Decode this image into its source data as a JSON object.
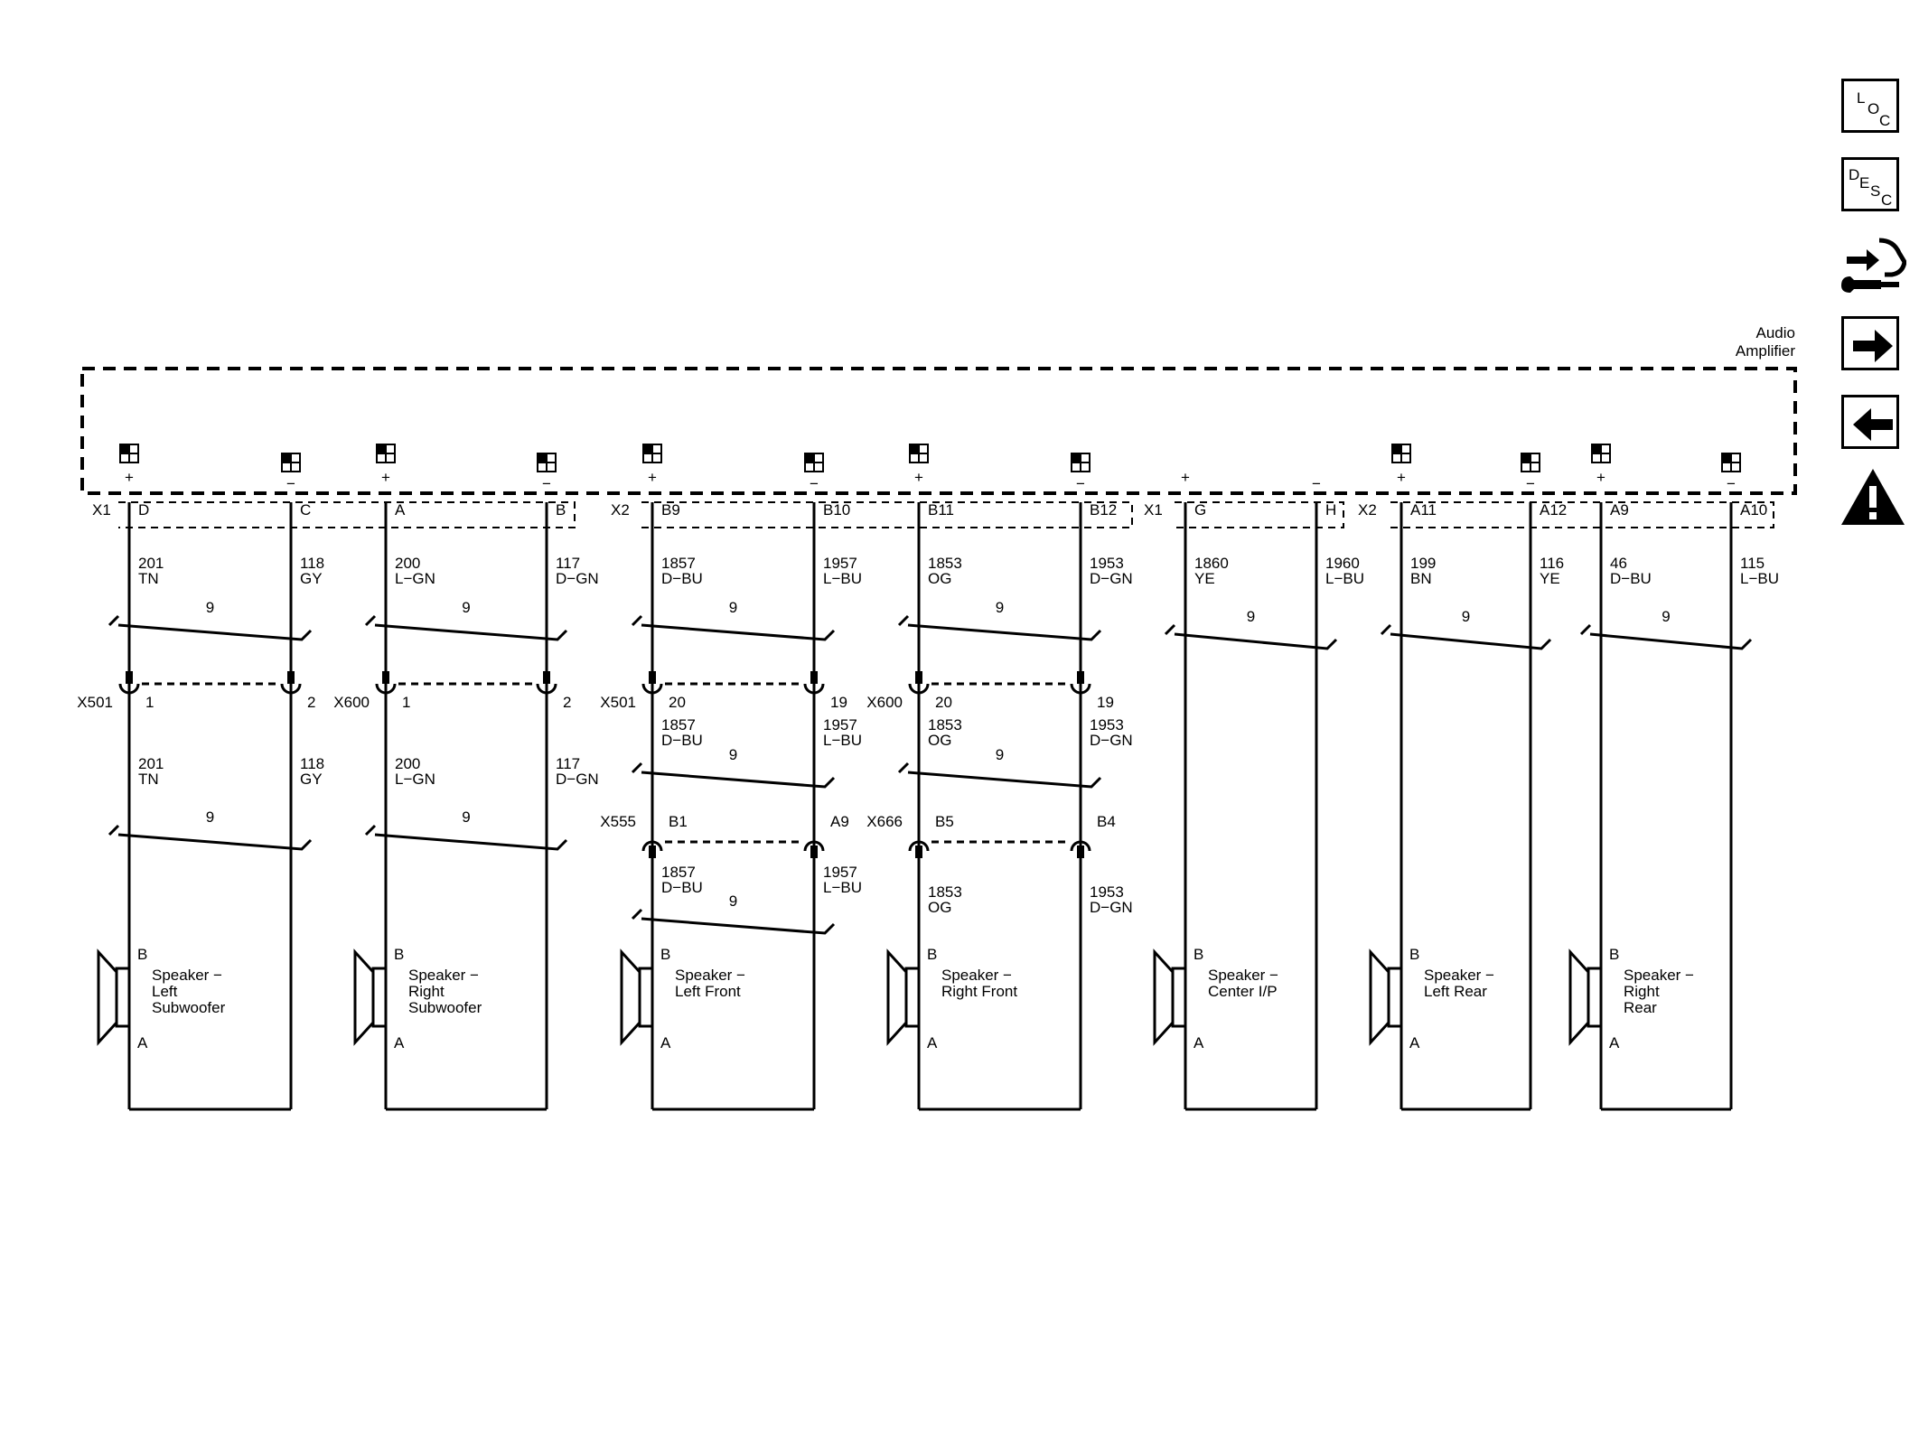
{
  "module": {
    "name_line1": "Audio",
    "name_line2": "Amplifier"
  },
  "nav": {
    "loc": {
      "l1": "L",
      "l2": "O",
      "l3": "C"
    },
    "desc": {
      "l1": "D",
      "l2": "E",
      "l3": "S",
      "l4": "C"
    }
  },
  "common": {
    "plus": "+",
    "minus": "−",
    "twist": "9"
  },
  "connectors": [
    {
      "label": "X1"
    },
    {
      "label": "X2"
    },
    {
      "label": "X1"
    },
    {
      "label": "X2"
    }
  ],
  "circuits": [
    {
      "pin": "D",
      "num": "201",
      "color": "TN"
    },
    {
      "pin": "C",
      "num": "118",
      "color": "GY"
    },
    {
      "pin": "A",
      "num": "200",
      "color": "L−GN"
    },
    {
      "pin": "B",
      "num": "117",
      "color": "D−GN"
    },
    {
      "pin": "B9",
      "num": "1857",
      "color": "D−BU"
    },
    {
      "pin": "B10",
      "num": "1957",
      "color": "L−BU"
    },
    {
      "pin": "B11",
      "num": "1853",
      "color": "OG"
    },
    {
      "pin": "B12",
      "num": "1953",
      "color": "D−GN"
    },
    {
      "pin": "G",
      "num": "1860",
      "color": "YE"
    },
    {
      "pin": "H",
      "num": "1960",
      "color": "L−BU"
    },
    {
      "pin": "A11",
      "num": "199",
      "color": "BN"
    },
    {
      "pin": "A12",
      "num": "116",
      "color": "YE"
    },
    {
      "pin": "A9",
      "num": "46",
      "color": "D−BU"
    },
    {
      "pin": "A10",
      "num": "115",
      "color": "L−BU"
    }
  ],
  "inline1": {
    "ids": [
      "X501",
      "X600",
      "X501",
      "X600"
    ],
    "pins": [
      "1",
      "2",
      "1",
      "2",
      "20",
      "19",
      "20",
      "19"
    ]
  },
  "mid": [
    {
      "num": "201",
      "color": "TN"
    },
    {
      "num": "118",
      "color": "GY"
    },
    {
      "num": "200",
      "color": "L−GN"
    },
    {
      "num": "117",
      "color": "D−GN"
    },
    {
      "num": "1857",
      "color": "D−BU"
    },
    {
      "num": "1957",
      "color": "L−BU"
    },
    {
      "num": "1853",
      "color": "OG"
    },
    {
      "num": "1953",
      "color": "D−GN"
    }
  ],
  "inline2": {
    "ids": [
      "X555",
      "X666"
    ],
    "pins": [
      "B1",
      "A9",
      "B5",
      "B4"
    ]
  },
  "low": [
    {
      "num": "1857",
      "color": "D−BU"
    },
    {
      "num": "1957",
      "color": "L−BU"
    },
    {
      "num": "1853",
      "color": "OG"
    },
    {
      "num": "1953",
      "color": "D−GN"
    }
  ],
  "speakers": [
    {
      "pinB": "B",
      "pinA": "A",
      "lines": [
        "Speaker −",
        "Left",
        "Subwoofer"
      ]
    },
    {
      "pinB": "B",
      "pinA": "A",
      "lines": [
        "Speaker −",
        "Right",
        "Subwoofer"
      ]
    },
    {
      "pinB": "B",
      "pinA": "A",
      "lines": [
        "Speaker −",
        "Left Front",
        ""
      ]
    },
    {
      "pinB": "B",
      "pinA": "A",
      "lines": [
        "Speaker −",
        "Right Front",
        ""
      ]
    },
    {
      "pinB": "B",
      "pinA": "A",
      "lines": [
        "Speaker −",
        "Center I/P",
        ""
      ]
    },
    {
      "pinB": "B",
      "pinA": "A",
      "lines": [
        "Speaker −",
        "Left Rear",
        ""
      ]
    },
    {
      "pinB": "B",
      "pinA": "A",
      "lines": [
        "Speaker −",
        "Right",
        "Rear"
      ]
    }
  ]
}
